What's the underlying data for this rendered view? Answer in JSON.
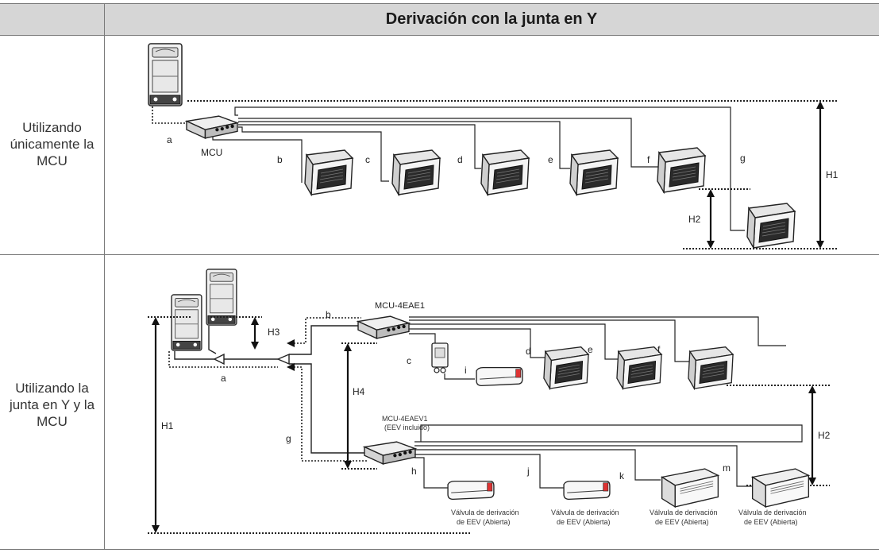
{
  "header": {
    "title": "Derivación con la junta en Y"
  },
  "rows": [
    {
      "label_lines": [
        "Utilizando",
        "únicamente la",
        "MCU"
      ],
      "diagram": {
        "mcu": "MCU",
        "pipes": [
          "a",
          "b",
          "c",
          "d",
          "e",
          "f",
          "g"
        ],
        "heights": [
          "H1",
          "H2"
        ]
      }
    },
    {
      "label_lines": [
        "Utilizando la",
        "junta en Y y la",
        "MCU"
      ],
      "diagram": {
        "mcu_top": "MCU-4EAE1",
        "mcu_bottom_line1": "MCU-4EAEV1",
        "mcu_bottom_line2": "(EEV incluido)",
        "pipes": [
          "a",
          "b",
          "c",
          "d",
          "e",
          "f",
          "g",
          "h",
          "i",
          "j",
          "k",
          "m"
        ],
        "heights": [
          "H1",
          "H2",
          "H3",
          "H4"
        ],
        "valve_line1": "Válvula de derivación",
        "valve_line2": "de EEV (Abierta)"
      }
    }
  ]
}
